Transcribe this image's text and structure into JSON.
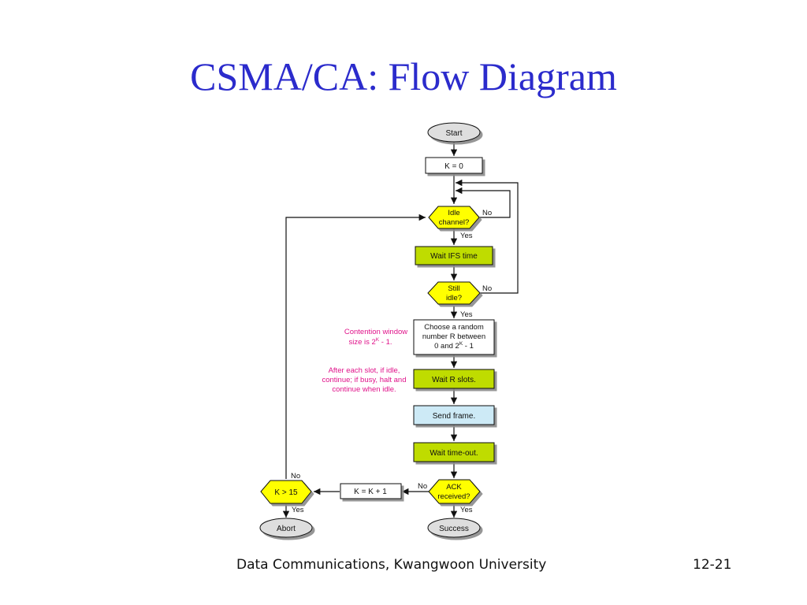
{
  "slide": {
    "title": "CSMA/CA: Flow Diagram",
    "footer_left": "Data Communications, Kwangwoon University",
    "footer_right": "12-21"
  },
  "diagram": {
    "colors": {
      "decision": "#ffff00",
      "process_green": "#bfdc00",
      "send_frame": "#cdeaf6",
      "terminal": "#dedede",
      "annotation": "#e0128a",
      "title": "#2b2bcc"
    },
    "nodes": {
      "start": "Start",
      "k_zero": "K = 0",
      "idle_channel": [
        "Idle",
        "channel?"
      ],
      "wait_ifs": "Wait IFS time",
      "still_idle": [
        "Still",
        "idle?"
      ],
      "choose_random": [
        "Choose a random",
        "number R between"
      ],
      "choose_random_line3_prefix": "0 and 2",
      "choose_random_line3_sup": "K",
      "choose_random_line3_suffix": " - 1",
      "wait_r_slots": "Wait R slots.",
      "send_frame": "Send frame.",
      "wait_timeout": "Wait time-out.",
      "ack_received": [
        "ACK",
        "received?"
      ],
      "success": "Success",
      "k_increment": "K = K + 1",
      "k_gt_15": "K > 15",
      "abort": "Abort"
    },
    "edge_labels": {
      "idle_no": "No",
      "idle_yes": "Yes",
      "still_no": "No",
      "still_yes": "Yes",
      "ack_no": "No",
      "ack_yes": "Yes",
      "k15_no": "No",
      "k15_yes": "Yes"
    },
    "annotations": {
      "contention_line1": "Contention window",
      "contention_line2_prefix": "size is 2",
      "contention_line2_sup": "K",
      "contention_line2_suffix": " - 1.",
      "slots": [
        "After each slot, if idle,",
        "continue; if busy, halt and",
        "continue when idle."
      ]
    }
  }
}
